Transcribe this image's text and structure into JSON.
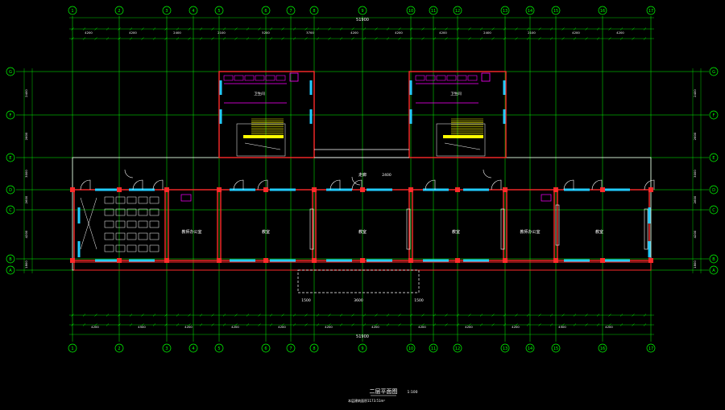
{
  "drawing": {
    "title": "二层平面图",
    "scale": "1:100",
    "area_note": "本层建筑面积1173.51m²",
    "overall_top": "51900",
    "overall_bottom": "51900",
    "colors": {
      "axis": "#00ff00",
      "wall": "#ff2a2a",
      "window": "#22ccff",
      "door": "#ffffff",
      "toilet": "#ff00ff",
      "stair": "#ffff00",
      "text": "#ffffff"
    }
  },
  "axes_x": [
    "1",
    "2",
    "3",
    "4",
    "5",
    "6",
    "7",
    "8",
    "9",
    "10",
    "11",
    "12",
    "13",
    "14",
    "15",
    "16",
    "17"
  ],
  "axes_y": [
    "G",
    "F",
    "E",
    "D",
    "C",
    "B",
    "A"
  ],
  "dims_top": [
    "4200",
    "4200",
    "2400",
    "2100",
    "5200",
    "3700",
    "4200",
    "4200",
    "4200",
    "2400",
    "2100",
    "4200",
    "4200"
  ],
  "dims_bottom": [
    "4200",
    "4500",
    "4200",
    "4200",
    "4200",
    "4200",
    "4200",
    "4200",
    "4200",
    "4200",
    "4500",
    "4200"
  ],
  "dims_left": [
    "2400",
    "2600",
    "3000",
    "2600",
    "4200",
    "1800"
  ],
  "dims_right": [
    "2400",
    "2600",
    "3000",
    "2600",
    "4200",
    "1800"
  ],
  "rooms": {
    "classroom_1": "教室",
    "classroom_2": "教室",
    "classroom_3": "教室",
    "classroom_4": "教室",
    "office_left": "教师办公室",
    "office_right": "教师办公室",
    "corridor": "走廊",
    "toilet_left": "卫生间",
    "toilet_right": "卫生间"
  },
  "corridor_width": "2400",
  "entrance_dims": [
    "1500",
    "3600",
    "1500"
  ]
}
